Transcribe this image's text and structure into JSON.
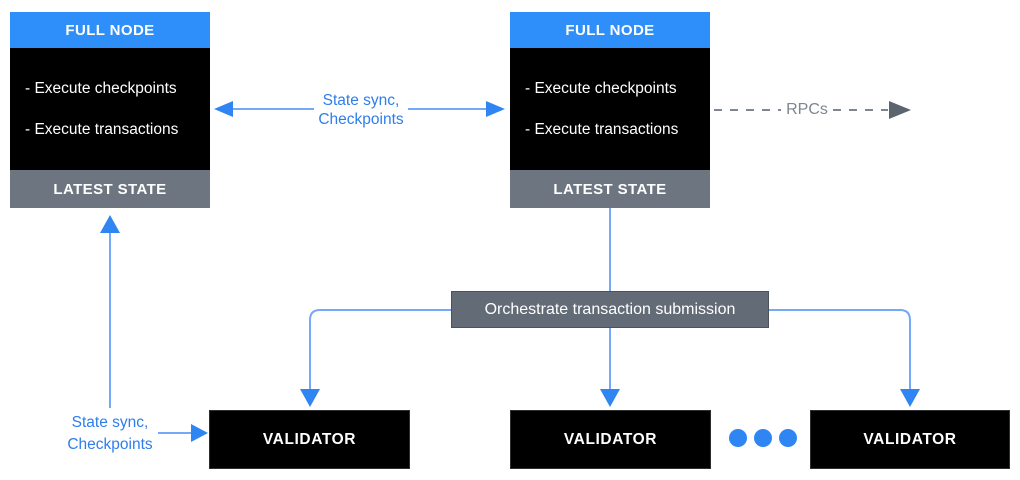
{
  "diagram": {
    "full_nodes": [
      {
        "header": "FULL NODE",
        "items": [
          "- Execute checkpoints",
          "- Execute transactions"
        ],
        "footer": "LATEST STATE"
      },
      {
        "header": "FULL NODE",
        "items": [
          "- Execute checkpoints",
          "- Execute transactions"
        ],
        "footer": "LATEST STATE"
      }
    ],
    "orchestrator": {
      "label": "Orchestrate transaction submission"
    },
    "validators": [
      {
        "label": "VALIDATOR"
      },
      {
        "label": "VALIDATOR"
      },
      {
        "label": "VALIDATOR"
      }
    ],
    "labels": {
      "sync_top": {
        "line1": "State sync,",
        "line2": "Checkpoints"
      },
      "sync_bottom": {
        "line1": "State sync,",
        "line2": "Checkpoints"
      },
      "rpcs": "RPCs"
    },
    "colors": {
      "header_blue": "#2e8ffa",
      "accent_blue": "#2f86f3",
      "line_blue": "#74a9f7",
      "label_blue": "#2e7eea",
      "box_black": "#000000",
      "state_gray": "#6d7680",
      "orchestrator_gray": "#626b76",
      "rpc_gray": "#7d8692",
      "rpc_arrowhead_gray": "#5c646f"
    }
  }
}
